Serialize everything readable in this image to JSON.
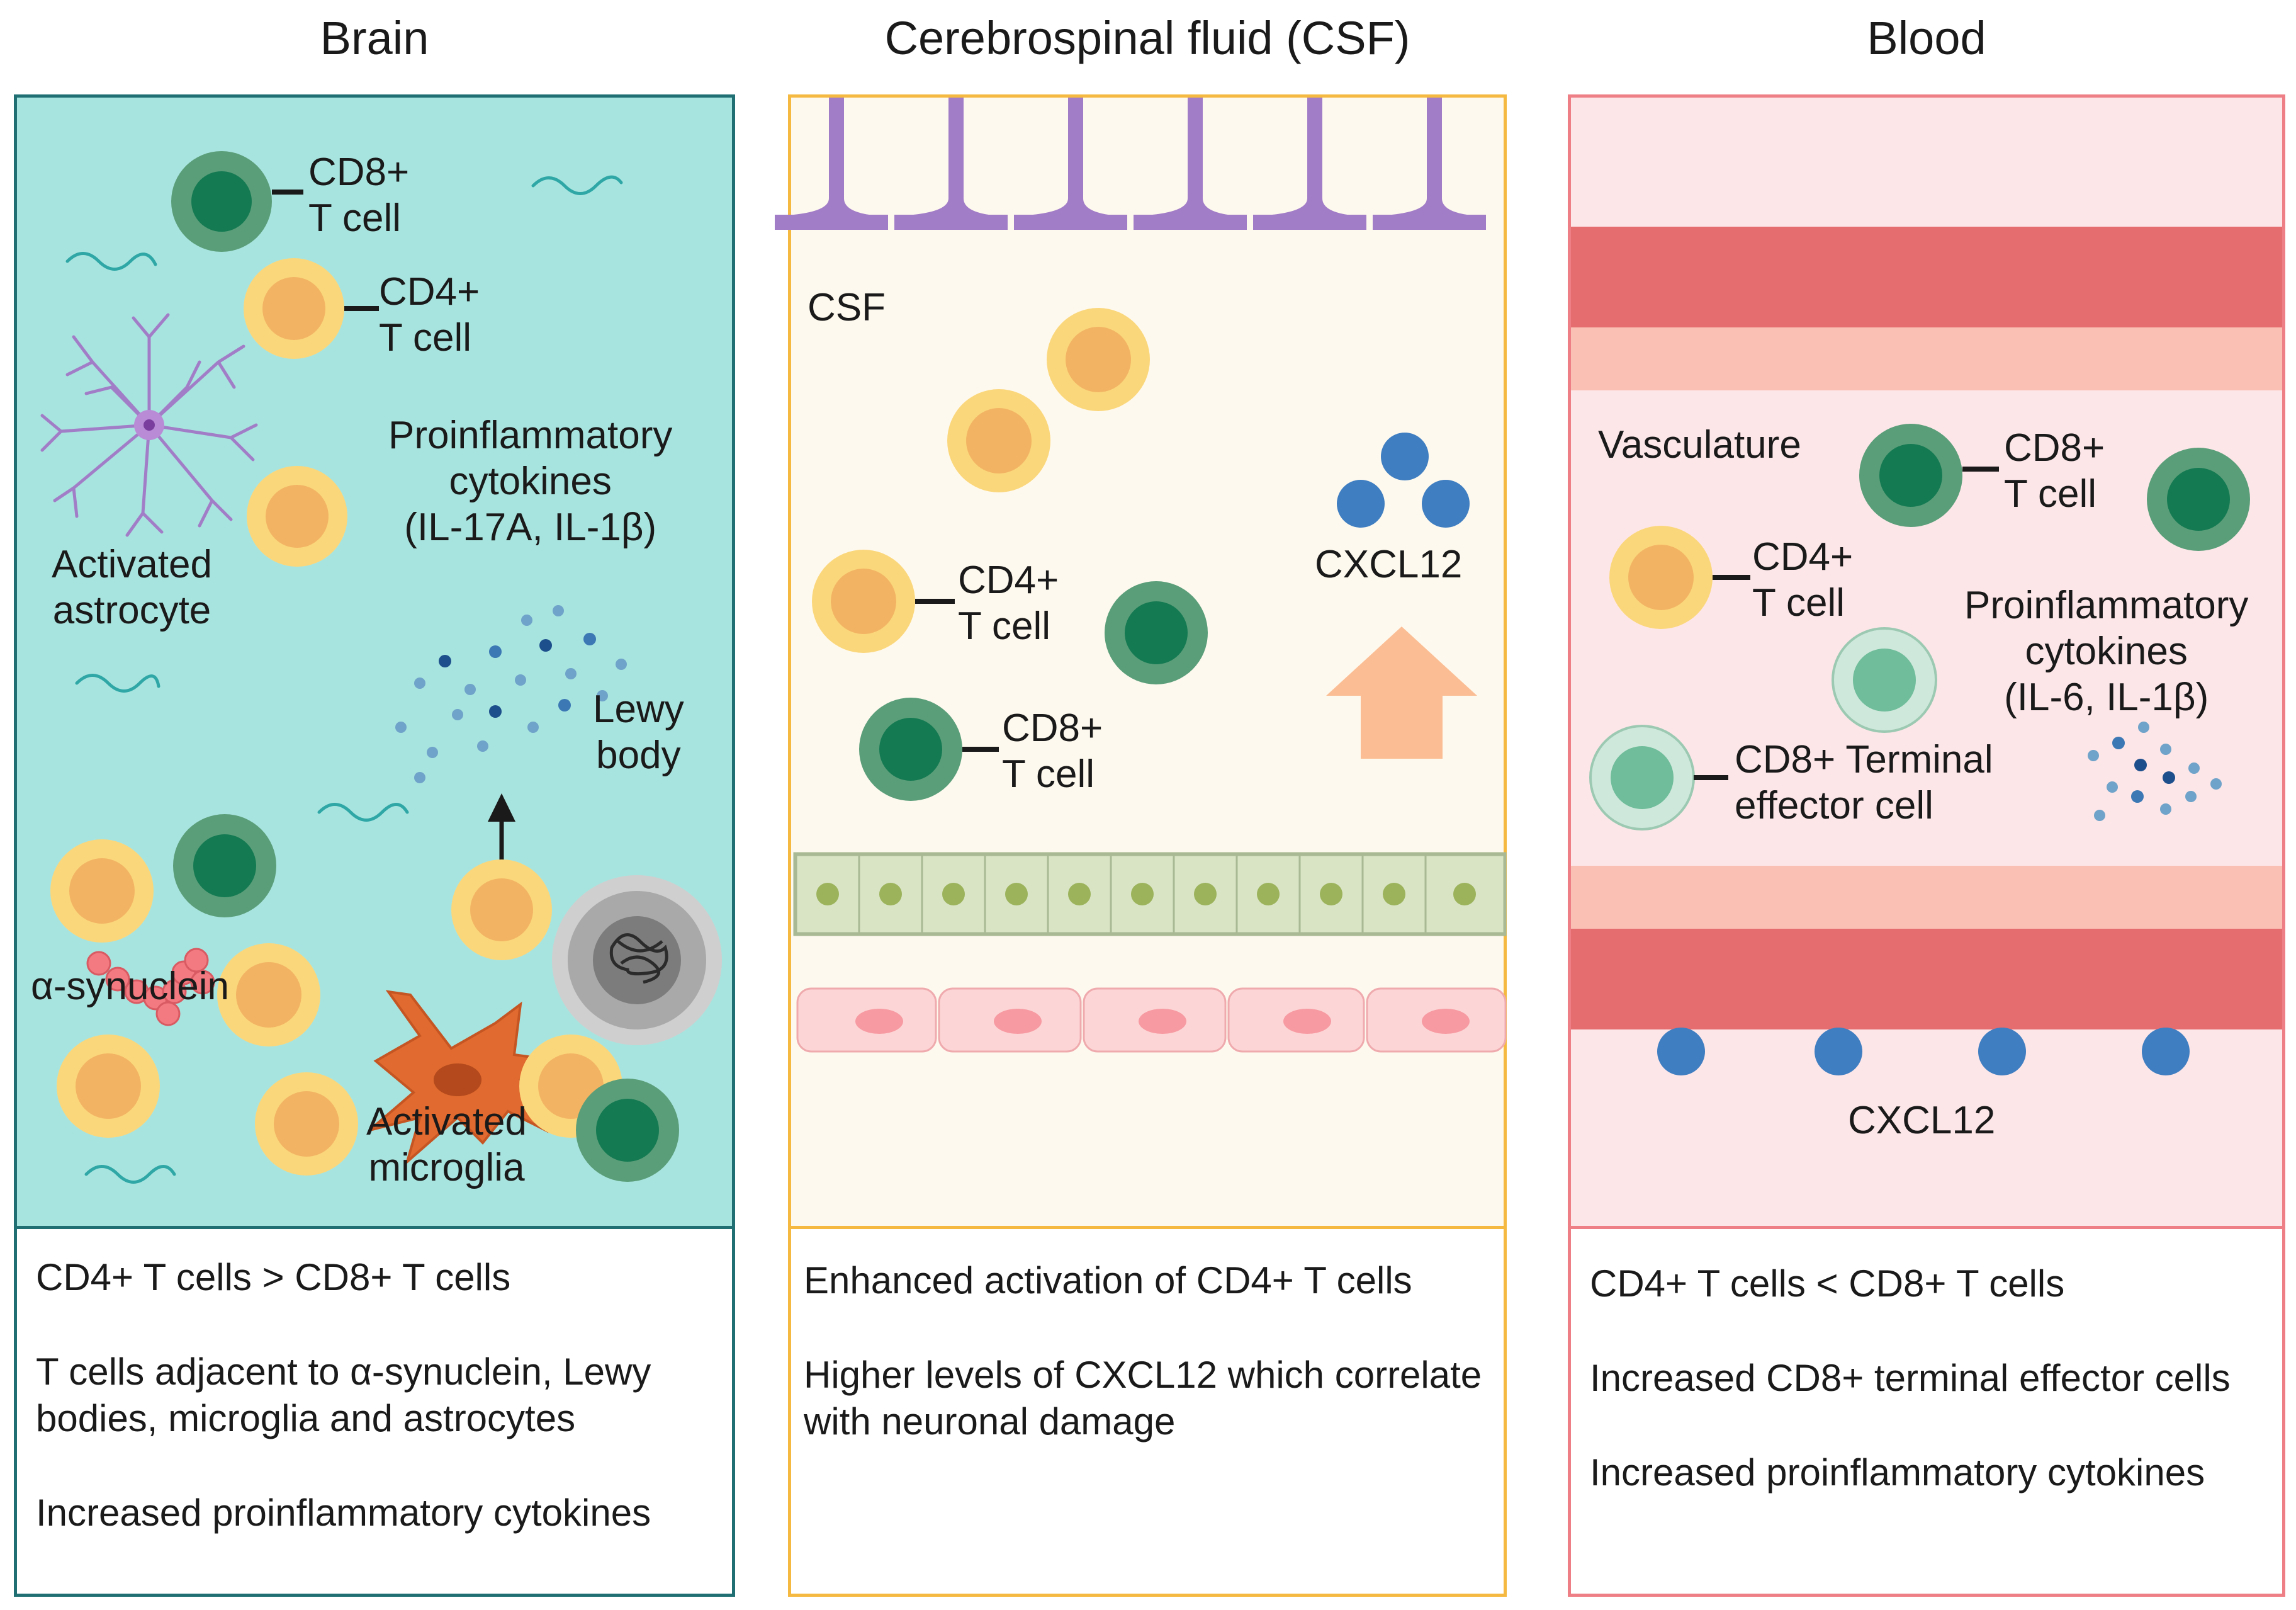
{
  "columns": {
    "brain": {
      "title": "Brain",
      "labels": {
        "cd8": "CD8+\nT cell",
        "cd4": "CD4+\nT cell",
        "cytokines": "Proinflammatory\ncytokines\n(IL-17A, IL-1β)",
        "astrocyte": "Activated\nastrocyte",
        "lewy": "Lewy\nbody",
        "synuclein": "α-synuclein",
        "microglia": "Activated\nmicroglia"
      },
      "findings": [
        "CD4+ T cells > CD8+ T cells",
        "T cells adjacent to α-synuclein, Lewy bodies, microglia and astrocytes",
        "Increased proinflammatory cytokines"
      ]
    },
    "csf": {
      "title": "Cerebrospinal fluid (CSF)",
      "labels": {
        "csf": "CSF",
        "cxcl12": "CXCL12",
        "cd4": "CD4+\nT cell",
        "cd8": "CD8+\nT cell"
      },
      "findings": [
        "Enhanced activation of CD4+ T cells",
        "Higher levels of CXCL12 which correlate with neuronal damage"
      ]
    },
    "blood": {
      "title": "Blood",
      "labels": {
        "vasculature": "Vasculature",
        "cd8": "CD8+\nT cell",
        "cd4": "CD4+\nT cell",
        "cytokines": "Proinflammatory\ncytokines\n(IL-6, IL-1β)",
        "terminal": "CD8+ Terminal\neffector cell",
        "cxcl12": "CXCL12"
      },
      "findings": [
        "CD4+ T cells < CD8+ T cells",
        "Increased CD8+ terminal effector cells",
        "Increased proinflammatory cytokines"
      ]
    }
  },
  "colors": {
    "brain_bg": "#a8e4df",
    "brain_border": "#1f6f73",
    "csf_bg": "#fef9ee",
    "csf_border": "#f5b942",
    "blood_bg": "#fde6e8",
    "blood_border": "#ee7f86",
    "cd4_outer": "#fbd77b",
    "cd4_inner": "#f2b463",
    "cd8_outer": "#5a9e79",
    "cd8_inner": "#147a52",
    "cxcl12": "#3f7ec1",
    "vessel": "#e56c6f",
    "arrow": "#fbbe94"
  },
  "icons": [
    "astrocyte-icon",
    "microglia-icon",
    "lewy-body-icon",
    "alpha-synuclein-icon",
    "neuron-terminal-icon",
    "epithelium-icon",
    "endothelium-icon",
    "vessel-wall-icon",
    "cytokine-cluster-icon",
    "up-arrow-icon"
  ]
}
